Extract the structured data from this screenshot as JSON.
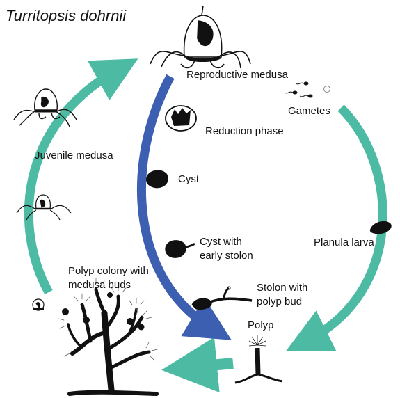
{
  "title": "Turritopsis dohrnii",
  "stages": {
    "reproductive_medusa": "Reproductive medusa",
    "gametes": "Gametes",
    "reduction_phase": "Reduction phase",
    "cyst": "Cyst",
    "cyst_early_stolon": [
      "Cyst with",
      "early stolon"
    ],
    "stolon_polyp_bud": [
      "Stolon with",
      "polyp bud"
    ],
    "polyp": "Polyp",
    "planula_larva": "Planula larva",
    "polyp_colony": [
      "Polyp colony with",
      "medusa buds"
    ],
    "juvenile_medusa": "Juvenile medusa"
  },
  "colors": {
    "teal_arrow": "#4dbba3",
    "blue_arrow": "#3c5fb1",
    "organism": "#111111"
  }
}
